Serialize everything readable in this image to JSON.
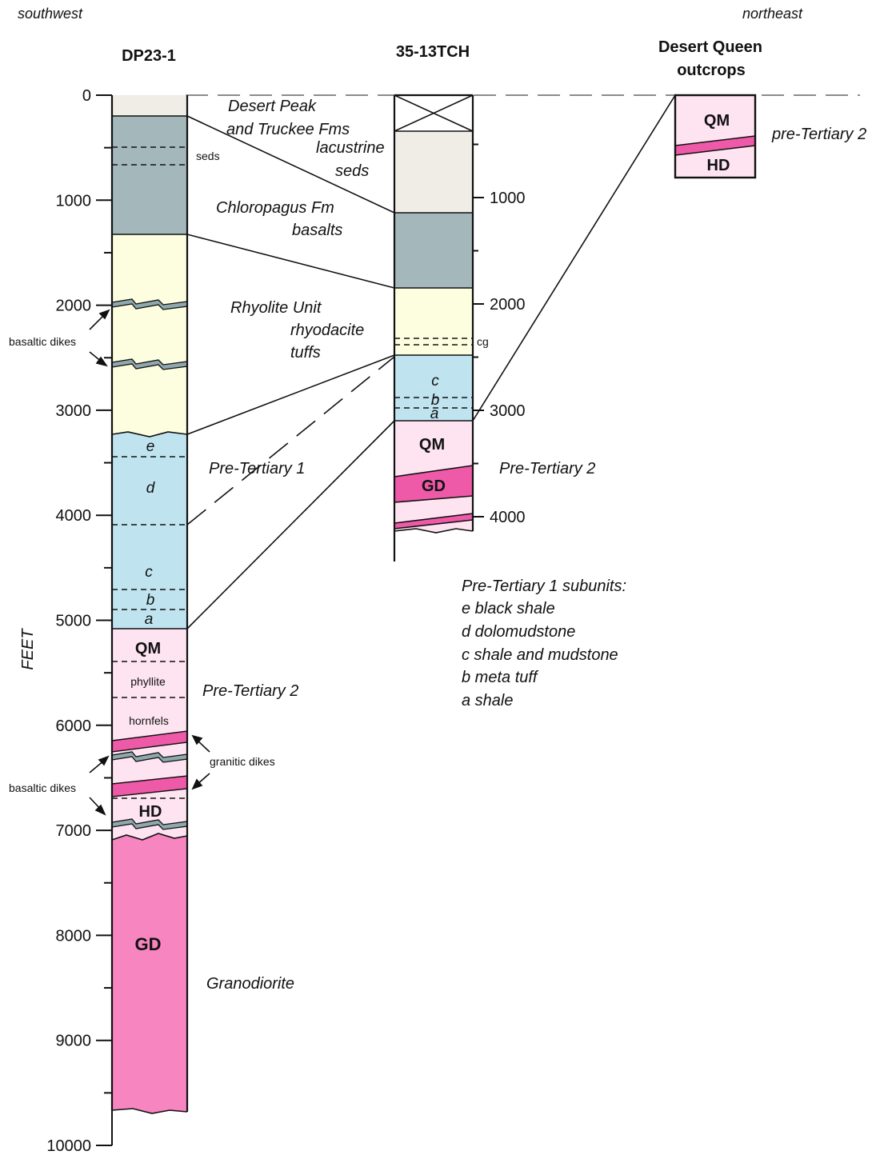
{
  "directions": {
    "left": "southwest",
    "right": "northeast"
  },
  "wells": {
    "dp": {
      "name": "DP23-1"
    },
    "tch": {
      "name": "35-13TCH"
    },
    "dq": {
      "name_line1": "Desert  Queen",
      "name_line2": "outcrops"
    }
  },
  "axis": {
    "title": "FEET",
    "dp_ticks": [
      "0",
      "1000",
      "2000",
      "3000",
      "4000",
      "5000",
      "6000",
      "7000",
      "8000",
      "9000",
      "10000"
    ],
    "tch_ticks": [
      "1000",
      "2000",
      "3000",
      "4000"
    ]
  },
  "units": {
    "desert_peak": [
      "Desert Peak",
      "and Truckee Fms"
    ],
    "lacustrine": [
      "lacustrine",
      "seds"
    ],
    "chloropagus": [
      "Chloropagus Fm",
      "basalts"
    ],
    "rhyolite": [
      "Rhyolite Unit",
      "rhyodacite",
      "tuffs"
    ],
    "pre_tertiary_1": "Pre-Tertiary 1",
    "pre_tertiary_2": "Pre-Tertiary 2",
    "pre_tertiary_2_dq": "pre-Tertiary 2",
    "granodiorite": "Granodiorite"
  },
  "small_labels": {
    "seds": "seds",
    "cg": "cg",
    "basaltic_dikes": "basaltic dikes",
    "granitic_dikes": "granitic dikes",
    "phyllite": "phyllite",
    "hornfels": "hornfels"
  },
  "codes": {
    "qm": "QM",
    "gd": "GD",
    "hd": "HD"
  },
  "subunit_letters": [
    "e",
    "d",
    "c",
    "b",
    "a"
  ],
  "legend": {
    "title": "Pre-Tertiary 1 subunits:",
    "items": [
      "e black shale",
      "d  dolomudstone",
      "c shale and mudstone",
      "b meta tuff",
      "a shale"
    ]
  },
  "colors": {
    "sediment": "#f0ece6",
    "basalt": "#a4b8bc",
    "rhyolite": "#fdfde0",
    "pretertiary1": "#bfe4f0",
    "pretertiary2": "#fde4f0",
    "granodiorite": "#f786c0",
    "dike_pink": "#ee5aa8",
    "basalt_dike": "#8fa8ad"
  }
}
